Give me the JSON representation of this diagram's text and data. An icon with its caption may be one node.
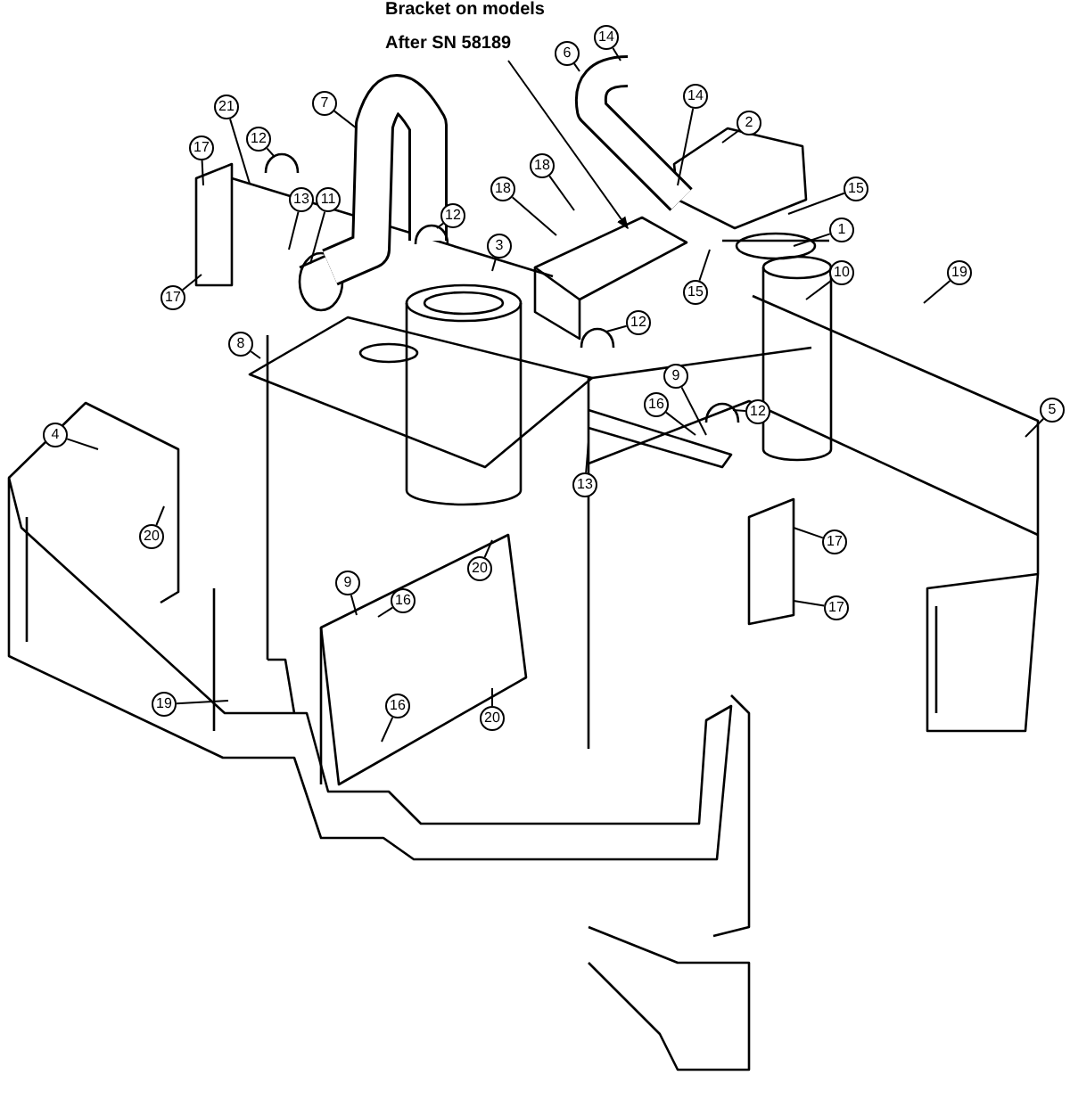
{
  "diagram": {
    "nodes": [
      {
        "text": [
          "Bracket on models",
          "After SN 58189"
        ]
      },
      {
        "text": [
          "14"
        ]
      },
      {
        "text": [
          "6"
        ]
      },
      {
        "text": [
          "14"
        ]
      },
      {
        "text": [
          "7"
        ]
      },
      {
        "text": [
          "21"
        ]
      },
      {
        "text": [
          "2"
        ]
      },
      {
        "text": [
          "12"
        ]
      },
      {
        "text": [
          "17"
        ]
      },
      {
        "text": [
          "18"
        ]
      },
      {
        "text": [
          "18"
        ]
      },
      {
        "text": [
          "15"
        ]
      },
      {
        "text": [
          "13"
        ]
      },
      {
        "text": [
          "11"
        ]
      },
      {
        "text": [
          "12"
        ]
      },
      {
        "text": [
          "1"
        ]
      },
      {
        "text": [
          "3"
        ]
      },
      {
        "text": [
          "10"
        ]
      },
      {
        "text": [
          "19"
        ]
      },
      {
        "text": [
          "15"
        ]
      },
      {
        "text": [
          "17"
        ]
      },
      {
        "text": [
          "12"
        ]
      },
      {
        "text": [
          "8"
        ]
      },
      {
        "text": [
          "9"
        ]
      },
      {
        "text": [
          "16"
        ]
      },
      {
        "text": [
          "5"
        ]
      },
      {
        "text": [
          "12"
        ]
      },
      {
        "text": [
          "4"
        ]
      },
      {
        "text": [
          "13"
        ]
      },
      {
        "text": [
          "20"
        ]
      },
      {
        "text": [
          "17"
        ]
      },
      {
        "text": [
          "20"
        ]
      },
      {
        "text": [
          "9"
        ]
      },
      {
        "text": [
          "16"
        ]
      },
      {
        "text": [
          "17"
        ]
      },
      {
        "text": [
          "19"
        ]
      },
      {
        "text": [
          "16"
        ]
      },
      {
        "text": [
          "20"
        ]
      }
    ],
    "edges": [
      {
        "from": 0,
        "to": null,
        "arrow": "to"
      },
      {
        "from": 1,
        "to": null,
        "arrow": "none"
      },
      {
        "from": 2,
        "to": null,
        "arrow": "none"
      },
      {
        "from": 3,
        "to": null,
        "arrow": "none"
      },
      {
        "from": 4,
        "to": null,
        "arrow": "none"
      },
      {
        "from": 5,
        "to": null,
        "arrow": "none"
      },
      {
        "from": 6,
        "to": null,
        "arrow": "none"
      },
      {
        "from": 7,
        "to": null,
        "arrow": "none"
      },
      {
        "from": 8,
        "to": null,
        "arrow": "none"
      },
      {
        "from": 9,
        "to": null,
        "arrow": "none"
      },
      {
        "from": 10,
        "to": null,
        "arrow": "none"
      },
      {
        "from": 11,
        "to": null,
        "arrow": "none"
      },
      {
        "from": 12,
        "to": null,
        "arrow": "none"
      },
      {
        "from": 13,
        "to": null,
        "arrow": "none"
      },
      {
        "from": 14,
        "to": null,
        "arrow": "none"
      },
      {
        "from": 15,
        "to": null,
        "arrow": "none"
      },
      {
        "from": 16,
        "to": null,
        "arrow": "none"
      },
      {
        "from": 17,
        "to": null,
        "arrow": "none"
      },
      {
        "from": 18,
        "to": null,
        "arrow": "none"
      },
      {
        "from": 19,
        "to": null,
        "arrow": "none"
      },
      {
        "from": 20,
        "to": null,
        "arrow": "none"
      },
      {
        "from": 21,
        "to": null,
        "arrow": "none"
      },
      {
        "from": 22,
        "to": null,
        "arrow": "none"
      },
      {
        "from": 23,
        "to": null,
        "arrow": "none"
      },
      {
        "from": 24,
        "to": null,
        "arrow": "none"
      },
      {
        "from": 25,
        "to": null,
        "arrow": "none"
      },
      {
        "from": 26,
        "to": null,
        "arrow": "none"
      },
      {
        "from": 27,
        "to": null,
        "arrow": "none"
      },
      {
        "from": 28,
        "to": null,
        "arrow": "none"
      },
      {
        "from": 29,
        "to": null,
        "arrow": "none"
      },
      {
        "from": 30,
        "to": null,
        "arrow": "none"
      },
      {
        "from": 31,
        "to": null,
        "arrow": "none"
      },
      {
        "from": 32,
        "to": null,
        "arrow": "none"
      },
      {
        "from": 33,
        "to": null,
        "arrow": "none"
      },
      {
        "from": 34,
        "to": null,
        "arrow": "none"
      },
      {
        "from": 35,
        "to": null,
        "arrow": "none"
      },
      {
        "from": 36,
        "to": null,
        "arrow": "none"
      },
      {
        "from": 37,
        "to": null,
        "arrow": "none"
      }
    ]
  }
}
